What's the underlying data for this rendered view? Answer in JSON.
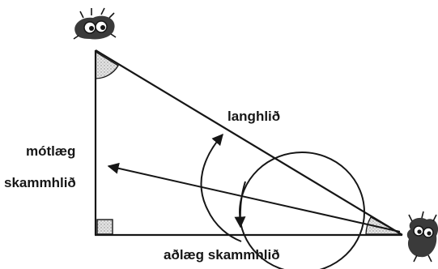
{
  "labels": {
    "hypotenuse": "langhlið",
    "opposite_line1": "mótlæg",
    "opposite_line2": "skammhlið",
    "adjacent": "aðlæg skammhlið"
  },
  "colors": {
    "ink": "#161616",
    "angle_shade": "#cfcfcf",
    "paper": "#ffffff"
  },
  "icons": {
    "top_vertex": "bug-eyed-creature-icon",
    "right_vertex": "bug-eyed-creature-icon"
  }
}
